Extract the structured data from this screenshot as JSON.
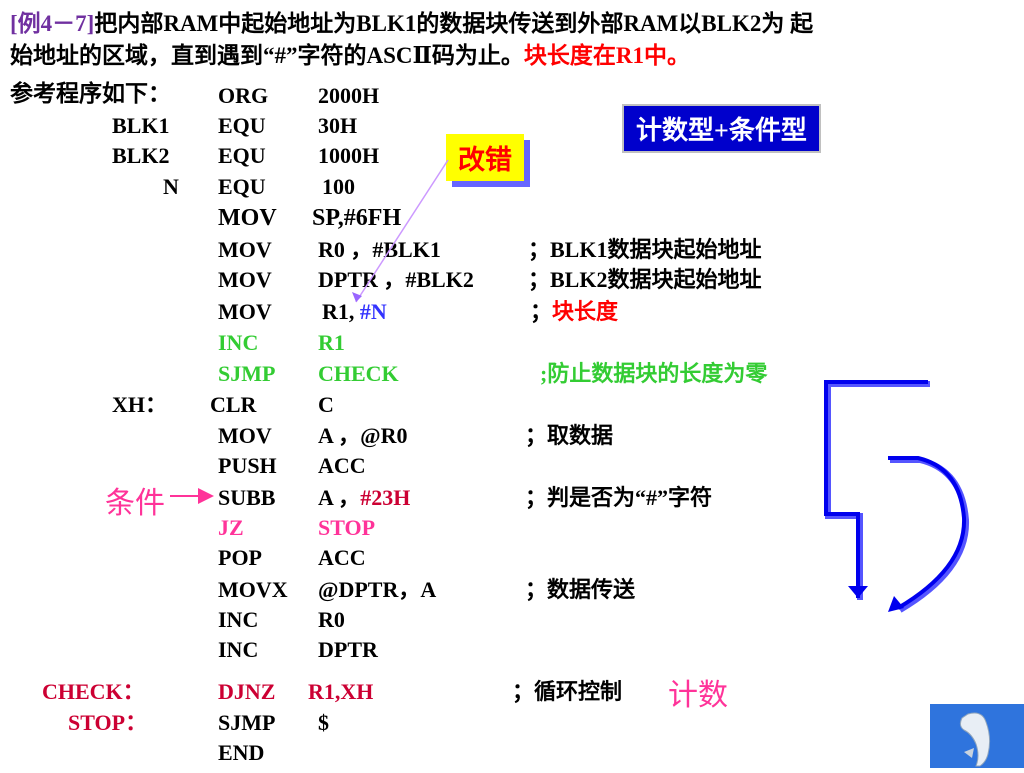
{
  "header": {
    "example_tag": "[例4－7]",
    "line1_text": "把内部RAM中起始地址为BLK1的数据块传送到外部RAM以BLK2为 起",
    "line2_text": "始地址的区域，直到遇到“#”字符的ASCⅡ码为止。",
    "line2_red": "块长度在R1中。",
    "line3_label": "参考程序如下："
  },
  "badges": {
    "type_label": "计数型+条件型",
    "fix_label": "改错"
  },
  "annotations": {
    "condition": "条件",
    "count": "计数"
  },
  "code": [
    {
      "label": "",
      "op": "ORG",
      "operand": "2000H",
      "comment": ""
    },
    {
      "label": "BLK1",
      "op": "EQU",
      "operand": "30H",
      "comment": ""
    },
    {
      "label": "BLK2",
      "op": "EQU",
      "operand": "1000H",
      "comment": ""
    },
    {
      "label": "N",
      "op": "EQU",
      "operand": "100",
      "comment": ""
    },
    {
      "label": "",
      "op": "MOV",
      "operand": "SP,#6FH",
      "comment": ""
    },
    {
      "label": "",
      "op": "MOV",
      "operand": "R0  ，#BLK1",
      "comment": "；BLK1数据块起始地址"
    },
    {
      "label": "",
      "op": "MOV",
      "operand": "DPTR ，#BLK2",
      "comment": "；BLK2数据块起始地址"
    },
    {
      "label": "",
      "op": "MOV",
      "operand": "R1,",
      "operand_extra": "#N",
      "comment_sep": "；",
      "comment": "块长度"
    },
    {
      "label": "",
      "op": "INC",
      "operand": "R1",
      "comment": ""
    },
    {
      "label": "",
      "op": "SJMP",
      "operand": "CHECK",
      "comment": ";防止数据块的长度为零"
    },
    {
      "label": "XH：",
      "op": "CLR",
      "operand": "C",
      "comment": ""
    },
    {
      "label": "",
      "op": "MOV",
      "operand": "A  ，@R0",
      "comment": "；取数据"
    },
    {
      "label": "",
      "op": "PUSH",
      "operand": "ACC",
      "comment": ""
    },
    {
      "label": "",
      "op": "SUBB",
      "operand": "A  ，",
      "operand_extra": "#23H",
      "comment": "；判是否为“#”字符"
    },
    {
      "label": "",
      "op": "JZ",
      "operand": "STOP",
      "comment": ""
    },
    {
      "label": "",
      "op": "POP",
      "operand": "ACC",
      "comment": ""
    },
    {
      "label": "",
      "op": "MOVX",
      "operand": "@DPTR，A",
      "comment": "；数据传送"
    },
    {
      "label": "",
      "op": "INC",
      "operand": "R0",
      "comment": ""
    },
    {
      "label": "",
      "op": "INC",
      "operand": "DPTR",
      "comment": ""
    },
    {
      "label": "CHECK：",
      "op": "DJNZ",
      "operand": "R1,XH",
      "comment": "；循环控制"
    },
    {
      "label": "STOP：",
      "op": "SJMP",
      "operand": "$",
      "comment": ""
    },
    {
      "label": "",
      "op": "END",
      "operand": "",
      "comment": ""
    }
  ],
  "colors": {
    "badge_blue": "#0000cc",
    "badge_yellow": "#ffff00",
    "highlight_red": "#ff0000",
    "highlight_green": "#33cc33",
    "highlight_blue": "#3333ff",
    "highlight_pink": "#ff3399",
    "arrow_blue": "#0000ff"
  },
  "icons": [
    "arrow-icon",
    "flowchart-diagram",
    "dolphin-logo"
  ]
}
